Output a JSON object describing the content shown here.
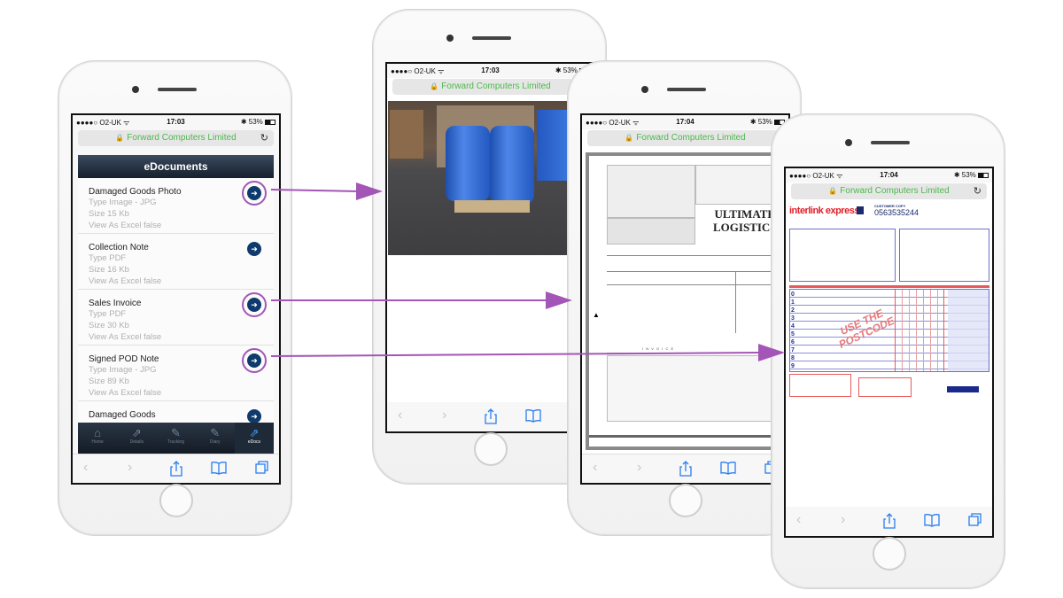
{
  "browser": {
    "carrier": "O2-UK",
    "battery": "53%",
    "site": "Forward Computers Limited"
  },
  "phone1": {
    "time": "17:03",
    "header": "eDocuments",
    "documents": [
      {
        "title": "Damaged Goods Photo",
        "type": "Type Image - JPG",
        "size": "Size 15 Kb",
        "excel": "View As Excel false"
      },
      {
        "title": "Collection Note",
        "type": "Type PDF",
        "size": "Size 16 Kb",
        "excel": "View As Excel false"
      },
      {
        "title": "Sales Invoice",
        "type": "Type PDF",
        "size": "Size 30 Kb",
        "excel": "View As Excel false"
      },
      {
        "title": "Signed POD Note",
        "type": "Type Image - JPG",
        "size": "Size 89 Kb",
        "excel": "View As Excel false"
      },
      {
        "title": "Damaged Goods",
        "type": "",
        "size": "",
        "excel": ""
      }
    ],
    "tabs": [
      {
        "label": "Home",
        "icon": "home-icon"
      },
      {
        "label": "Details",
        "icon": "share-icon"
      },
      {
        "label": "Tracking",
        "icon": "edit-icon"
      },
      {
        "label": "Diary",
        "icon": "edit-icon"
      },
      {
        "label": "eDocs",
        "icon": "share-icon",
        "active": true
      }
    ]
  },
  "phone2": {
    "time": "17:03"
  },
  "phone3": {
    "time": "17:04",
    "doc_title_1": "ULTIMATE",
    "doc_title_2": "LOGISTICS",
    "invoice_label": "I N V O I C E"
  },
  "phone4": {
    "time": "17:04",
    "brand": "interlink express",
    "copy_label": "CUSTOMER COPY",
    "consignment_no": "0563535244",
    "stamp_1": "USE THE",
    "stamp_2": "POSTCODE",
    "rows": [
      "0",
      "1",
      "2",
      "3",
      "4",
      "5",
      "6",
      "7",
      "8",
      "9"
    ]
  },
  "colors": {
    "accent": "#a356b5",
    "url_green": "#4db84d",
    "nav_dark": "#1a2635"
  }
}
